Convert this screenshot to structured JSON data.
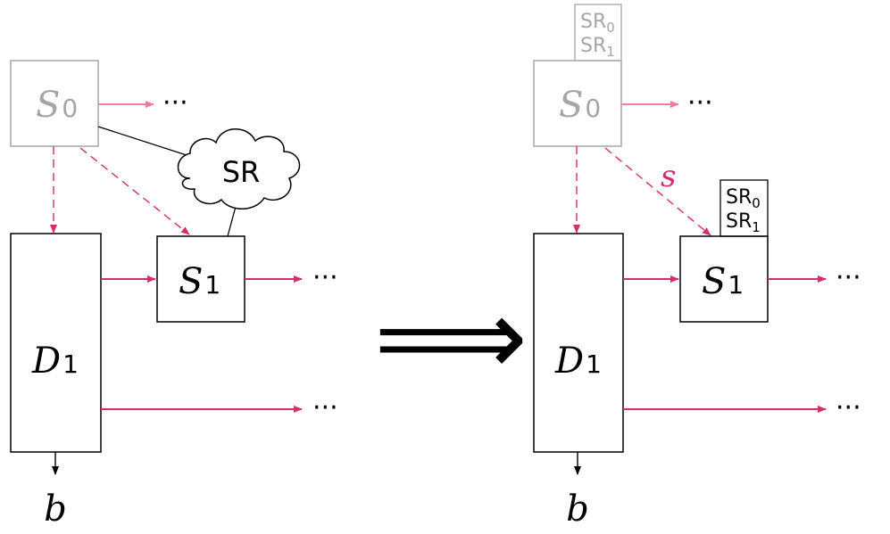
{
  "colors": {
    "ink": "#000000",
    "faded": "#a6a6a6",
    "magenta": "#d62e6b",
    "pink": "#f07aa6"
  },
  "left": {
    "s0_box": {
      "letter": "S",
      "index": "0"
    },
    "s1_box": {
      "letter": "S",
      "index": "1"
    },
    "d1_box": {
      "letter": "D",
      "index": "1"
    },
    "cloud_label": "SR",
    "output_label": "b",
    "ellipsis_top": "···",
    "ellipsis_mid": "···",
    "ellipsis_bottom": "···"
  },
  "implies_symbol": "⟹",
  "right": {
    "s0_box": {
      "letter": "S",
      "index": "0"
    },
    "s1_box": {
      "letter": "S",
      "index": "1"
    },
    "d1_box": {
      "letter": "D",
      "index": "1"
    },
    "s0_tag": {
      "line1": "SR",
      "line1_index": "0",
      "line2": "SR",
      "line2_index": "1"
    },
    "s1_tag": {
      "line1": "SR",
      "line1_index": "0",
      "line2": "SR",
      "line2_index": "1"
    },
    "share_label": "s",
    "output_label": "b",
    "ellipsis_top": "···",
    "ellipsis_mid": "···",
    "ellipsis_bottom": "···"
  }
}
